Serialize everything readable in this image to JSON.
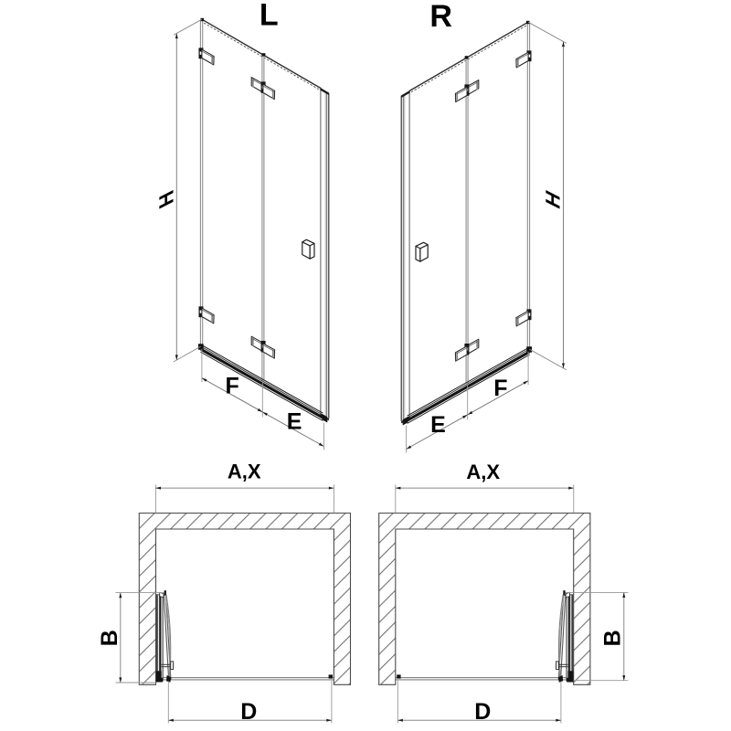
{
  "diagram": {
    "left_view_title": "L",
    "right_view_title": "R",
    "labels": {
      "height": "H",
      "fixed_panel_width": "F",
      "door_panel_width": "E",
      "opening_width": "A,X",
      "folded_depth": "B",
      "entry_width": "D"
    },
    "colors": {
      "background": "#ffffff",
      "line_dark": "#2e2e2e",
      "line_medium": "#555555",
      "line_glass": "#8f8f8f",
      "fill_hardware": "#141414",
      "text": "#000000"
    }
  }
}
